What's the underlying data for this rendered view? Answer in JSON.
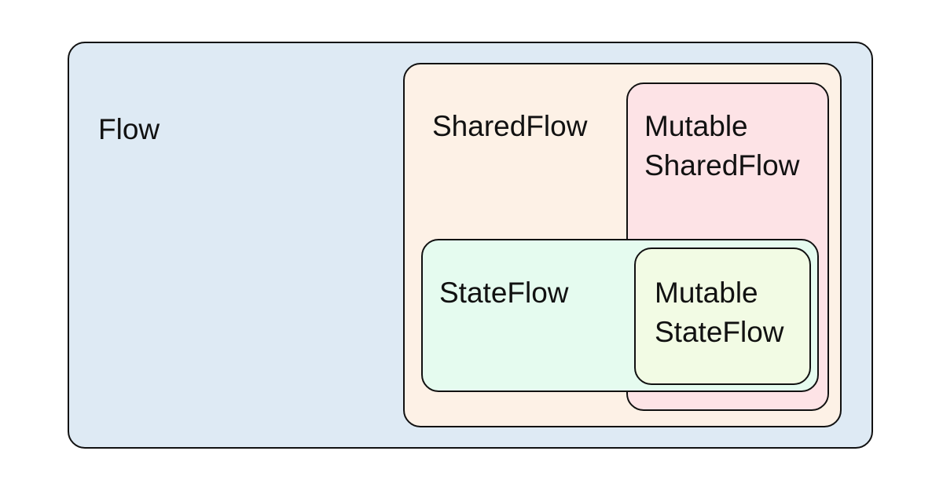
{
  "diagram": {
    "nodes": [
      {
        "id": "flow",
        "line1": "Flow",
        "line2": "",
        "fill": "#deeaf4"
      },
      {
        "id": "shared_flow",
        "line1": "SharedFlow",
        "line2": "",
        "fill": "#fdf1e6"
      },
      {
        "id": "mutable_shared_flow",
        "line1": "Mutable",
        "line2": "SharedFlow",
        "fill": "#fde3e6"
      },
      {
        "id": "state_flow",
        "line1": "StateFlow",
        "line2": "",
        "fill": "#e5fbef"
      },
      {
        "id": "mutable_state_flow",
        "line1": "Mutable",
        "line2": "StateFlow",
        "fill": "#f2fbe4"
      }
    ],
    "border_color": "#111111",
    "background": "#ffffff"
  }
}
